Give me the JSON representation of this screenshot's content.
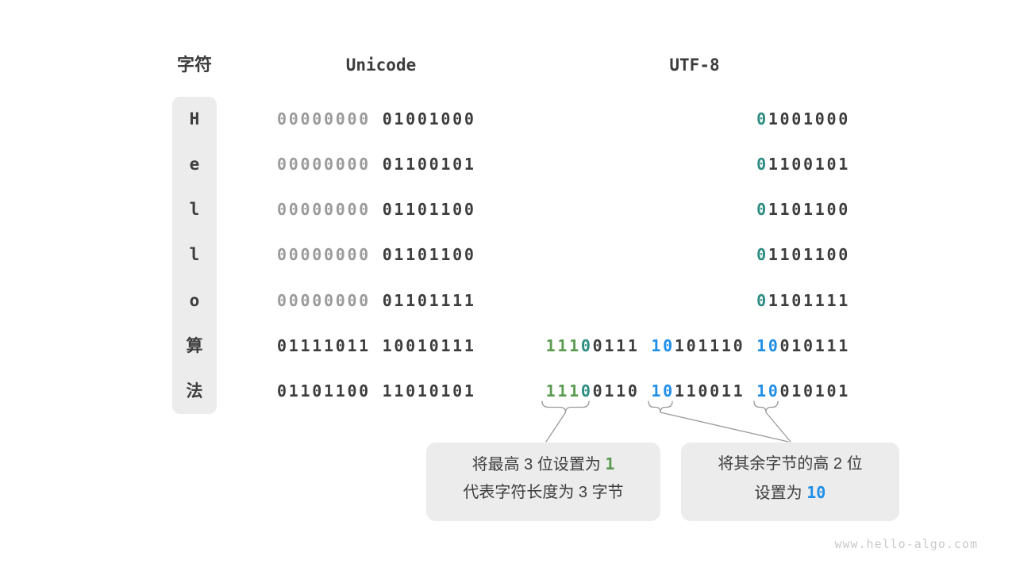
{
  "headers": {
    "char": "字符",
    "unicode": "Unicode",
    "utf8": "UTF-8"
  },
  "rows": [
    {
      "char": "H",
      "unicode": [
        {
          "t": "00000000",
          "c": "gray"
        },
        {
          "t": " ",
          "c": "dark"
        },
        {
          "t": "01001000",
          "c": "dark"
        }
      ],
      "utf8": [
        {
          "t": "0",
          "c": "teal"
        },
        {
          "t": "1001000",
          "c": "dark"
        }
      ]
    },
    {
      "char": "e",
      "unicode": [
        {
          "t": "00000000",
          "c": "gray"
        },
        {
          "t": " ",
          "c": "dark"
        },
        {
          "t": "01100101",
          "c": "dark"
        }
      ],
      "utf8": [
        {
          "t": "0",
          "c": "teal"
        },
        {
          "t": "1100101",
          "c": "dark"
        }
      ]
    },
    {
      "char": "l",
      "unicode": [
        {
          "t": "00000000",
          "c": "gray"
        },
        {
          "t": " ",
          "c": "dark"
        },
        {
          "t": "01101100",
          "c": "dark"
        }
      ],
      "utf8": [
        {
          "t": "0",
          "c": "teal"
        },
        {
          "t": "1101100",
          "c": "dark"
        }
      ]
    },
    {
      "char": "l",
      "unicode": [
        {
          "t": "00000000",
          "c": "gray"
        },
        {
          "t": " ",
          "c": "dark"
        },
        {
          "t": "01101100",
          "c": "dark"
        }
      ],
      "utf8": [
        {
          "t": "0",
          "c": "teal"
        },
        {
          "t": "1101100",
          "c": "dark"
        }
      ]
    },
    {
      "char": "o",
      "unicode": [
        {
          "t": "00000000",
          "c": "gray"
        },
        {
          "t": " ",
          "c": "dark"
        },
        {
          "t": "01101111",
          "c": "dark"
        }
      ],
      "utf8": [
        {
          "t": "0",
          "c": "teal"
        },
        {
          "t": "1101111",
          "c": "dark"
        }
      ]
    },
    {
      "char": "算",
      "unicode": [
        {
          "t": "01111011 10010111",
          "c": "dark"
        }
      ],
      "utf8": [
        {
          "t": "111",
          "c": "green"
        },
        {
          "t": "0",
          "c": "teal"
        },
        {
          "t": "0111",
          "c": "dark"
        },
        {
          "t": " ",
          "c": "dark"
        },
        {
          "t": "10",
          "c": "blue"
        },
        {
          "t": "101110",
          "c": "dark"
        },
        {
          "t": " ",
          "c": "dark"
        },
        {
          "t": "10",
          "c": "blue"
        },
        {
          "t": "010111",
          "c": "dark"
        }
      ]
    },
    {
      "char": "法",
      "unicode": [
        {
          "t": "01101100 11010101",
          "c": "dark"
        }
      ],
      "utf8": [
        {
          "t": "111",
          "c": "green"
        },
        {
          "t": "0",
          "c": "teal"
        },
        {
          "t": "0110",
          "c": "dark"
        },
        {
          "t": " ",
          "c": "dark"
        },
        {
          "t": "10",
          "c": "blue"
        },
        {
          "t": "110011",
          "c": "dark"
        },
        {
          "t": " ",
          "c": "dark"
        },
        {
          "t": "10",
          "c": "blue"
        },
        {
          "t": "010101",
          "c": "dark"
        }
      ]
    }
  ],
  "callouts": {
    "high_bits": {
      "lines": [
        [
          {
            "t": "将最高 3 位设置为 ",
            "c": "plain"
          },
          {
            "t": "1",
            "c": "green"
          }
        ],
        [
          {
            "t": "代表字符长度为 3 字节",
            "c": "plain"
          }
        ]
      ]
    },
    "continuation_bits": {
      "lines": [
        [
          {
            "t": "将其余字节的高 2 位",
            "c": "plain"
          }
        ],
        [
          {
            "t": "设置为 ",
            "c": "plain"
          },
          {
            "t": "10",
            "c": "blue"
          }
        ]
      ]
    }
  },
  "watermark": "www.hello-algo.com",
  "colors": {
    "dark": "#3d3d3d",
    "gray": "#9b9b9b",
    "teal": "#2d8c82",
    "green": "#5a9b50",
    "blue": "#1f8fe8",
    "panel": "#ececec",
    "line": "#9a9a9a"
  }
}
